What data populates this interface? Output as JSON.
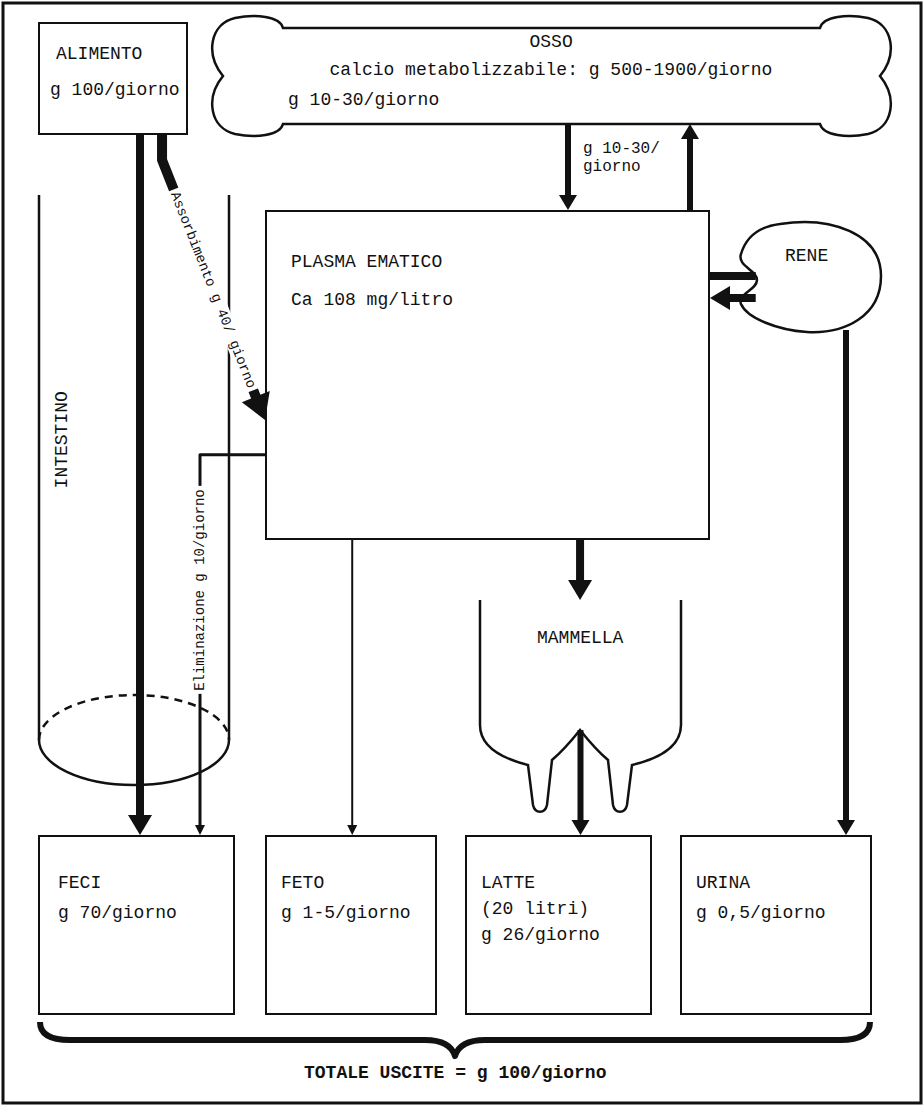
{
  "diagram": {
    "nodes": [
      {
        "text": [
          "ALIMENTO",
          "g 100/giorno"
        ]
      },
      {
        "text": [
          "OSSO",
          "calcio metabolizzabile: g 500-1900/giorno",
          "g 10-30/giorno"
        ]
      },
      {
        "text": [
          "PLASMA EMATICO",
          "Ca 108 mg/litro"
        ]
      },
      {
        "text": [
          "INTESTINO"
        ]
      },
      {
        "text": [
          "RENE"
        ]
      },
      {
        "text": [
          "MAMMELLA"
        ]
      },
      {
        "text": [
          "FECI",
          "g 70/giorno"
        ]
      },
      {
        "text": [
          "FETO",
          "g 1-5/giorno"
        ]
      },
      {
        "text": [
          "LATTE",
          "(20 litri)",
          "g 26/giorno"
        ]
      },
      {
        "text": [
          "URINA",
          "g 0,5/giorno"
        ]
      }
    ],
    "edges": [
      {
        "from": 0,
        "to": 6,
        "arrow": "to"
      },
      {
        "from": 0,
        "to": 2,
        "label": "Assorbimento g 40/ giorno",
        "arrow": "to"
      },
      {
        "from": 2,
        "to": 6,
        "label": "Eliminazione g 10/giorno",
        "arrow": "to"
      },
      {
        "from": 1,
        "to": 2,
        "label": "g 10-30/ giorno",
        "arrow": "to"
      },
      {
        "from": 2,
        "to": 1,
        "arrow": "to"
      },
      {
        "from": 2,
        "to": 4,
        "arrow": "none"
      },
      {
        "from": 4,
        "to": 2,
        "arrow": "to"
      },
      {
        "from": 4,
        "to": 9,
        "arrow": "to"
      },
      {
        "from": 2,
        "to": 7,
        "arrow": "to"
      },
      {
        "from": 2,
        "to": 5,
        "arrow": "to"
      },
      {
        "from": 5,
        "to": 8,
        "arrow": "to"
      }
    ],
    "labels": [
      "TOTALE USCITE = g 100/giorno"
    ]
  }
}
